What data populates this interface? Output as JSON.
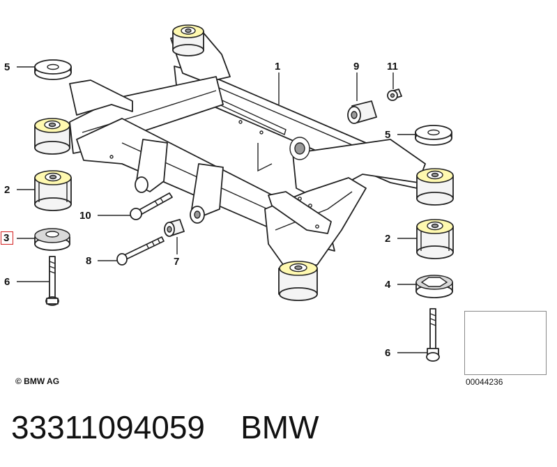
{
  "callouts": {
    "c1": "1",
    "c2_left": "2",
    "c2_right": "2",
    "c3": "3",
    "c4": "4",
    "c5_left": "5",
    "c5_right": "5",
    "c6_left": "6",
    "c6_right": "6",
    "c7": "7",
    "c8": "8",
    "c9": "9",
    "c10": "10",
    "c11": "11"
  },
  "highlight_color": "#d42020",
  "copyright": "© BMW AG",
  "reference_number": "00044236",
  "footer_text": "33311094059    BMW"
}
